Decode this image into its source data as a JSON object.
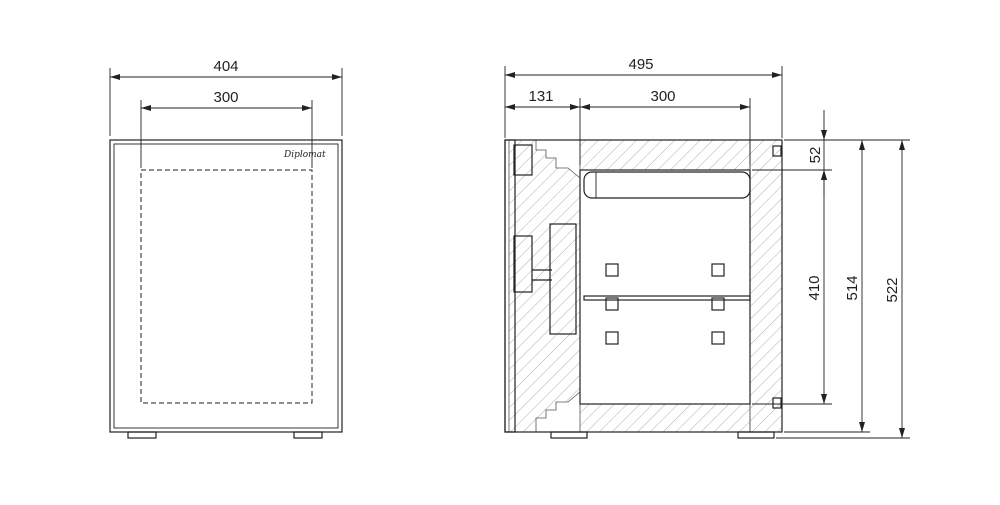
{
  "front_view": {
    "width_outer": "404",
    "width_inner": "300",
    "brand_mark": "Diplomat"
  },
  "side_view": {
    "depth_outer": "495",
    "door_thickness": "131",
    "depth_inner": "300",
    "height_top_wall": "52",
    "height_inner": "410",
    "height_body": "514",
    "height_total": "522"
  },
  "colors": {
    "line": "#222222",
    "hatch": "#999999",
    "background": "#ffffff"
  }
}
